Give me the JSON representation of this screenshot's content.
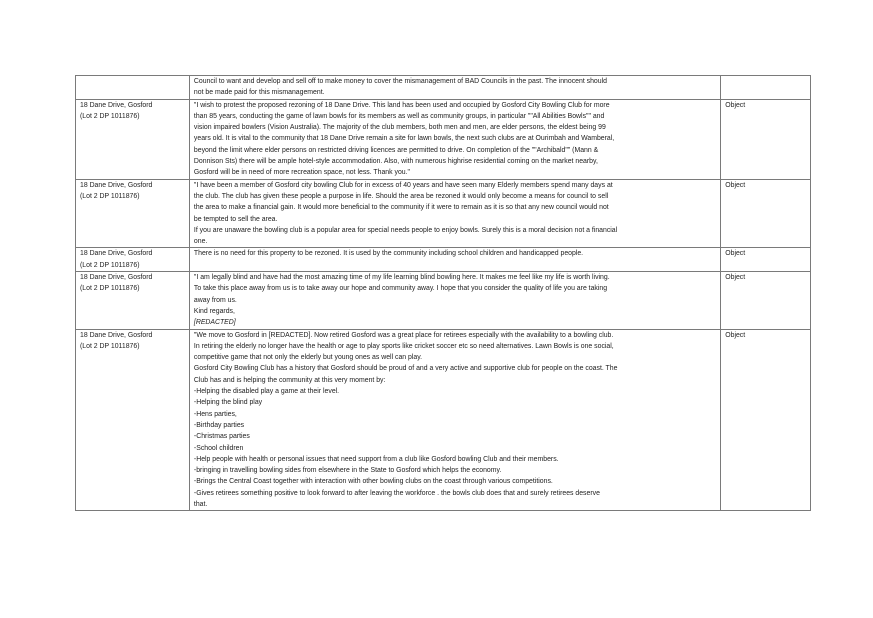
{
  "rows": [
    {
      "address": [],
      "text": [
        "Council to want and develop and sell off to make money to cover the mismanagement of BAD Councils in the past.  The innocent should",
        "not be made paid for this mismanagement."
      ],
      "position": ""
    },
    {
      "address": [
        "18 Dane Drive, Gosford",
        "(Lot 2 DP 1011876)"
      ],
      "text": [
        "\"I wish to protest the proposed rezoning of 18 Dane Drive. This land has been used and occupied by Gosford City Bowling Club for more",
        "than 85 years, conducting the game of lawn bowls for its members as well as community groups, in particular \"\"All Abilities Bowls\"\" and",
        "vision impaired bowlers (Vision Australia). The majority of the club members, both men and men, are elder persons, the eldest being 99",
        "years old. It is vital to the community that 18 Dane Drive remain a site for lawn bowls, the next such clubs are at Ourimbah and Wamberal,",
        "beyond the limit where elder persons on restricted driving licences are permitted to drive. On completion of the \"\"Archibald\"\"  (Mann &",
        "Donnison Sts) there will be ample hotel-style accommodation. Also, with numerous highrise residential coming on the market nearby,",
        "Gosford will be in need of more recreation space, not less.  Thank you.\""
      ],
      "position": "Object"
    },
    {
      "address": [
        "18 Dane Drive, Gosford",
        "(Lot 2 DP 1011876)"
      ],
      "text": [
        "\"I have been a member of Gosford city bowling Club for in excess of 40 years and have seen many Elderly members spend many days at",
        "the club. The club has given these people a purpose in life. Should the area be rezoned it would only become a means for council to sell",
        "the area to make a financial gain. It would more beneficial to the community if it were to remain as it is so that any new council would not",
        "be tempted to sell the area.",
        "If you are unaware the bowling club is a popular area for special needs people to enjoy bowls. Surely this is a moral decision not a financial",
        "one."
      ],
      "position": "Object"
    },
    {
      "address": [
        "18 Dane Drive, Gosford",
        "(Lot 2 DP 1011876)"
      ],
      "text": [
        "There is no need for this property to be rezoned. It is used by the community including school children and handicapped people."
      ],
      "position": "Object"
    },
    {
      "address": [
        "18 Dane Drive, Gosford",
        "(Lot 2 DP 1011876)"
      ],
      "text": [
        "\"I am legally blind and have had the most amazing time of my life learning blind bowling here. It makes me feel like my life is worth living.",
        "To take this place away from us is to take away our hope and community away. I hope that you consider the quality of life you are taking",
        "away from us.",
        "Kind regards,",
        "[REDACTED]"
      ],
      "position": "Object"
    },
    {
      "address": [
        "18 Dane Drive, Gosford",
        "(Lot 2 DP 1011876)"
      ],
      "text": [
        "\"We move to Gosford in [REDACTED]. Now retired Gosford was a great place for retirees especially with the availability to a bowling club.",
        "In retiring the elderly no longer have the health or age to play sports like cricket soccer etc so need alternatives. Lawn Bowls is one social,",
        "competitive game that not only the elderly but young ones as well can play.",
        "Gosford City Bowling Club has a history that Gosford should be proud of and a very active and supportive club for people on the coast. The",
        "Club has and is helping the community at this very moment by:",
        "-Helping the disabled play a game at their level.",
        "-Helping the blind play",
        "-Hens parties,",
        "-Birthday parties",
        "-Christmas parties",
        "-School children",
        "-Help people with health or personal issues that need support from a club like Gosford bowling Club and their members.",
        "-bringing in travelling bowling sides from elsewhere in the State to Gosford which helps the economy.",
        "-Brings the Central Coast together with interaction with other bowling clubs on the coast through various competitions.",
        "-Gives retirees something positive to look forward to after leaving the workforce . the bowls club does that and surely retirees deserve",
        "that."
      ],
      "position": "Object"
    }
  ]
}
